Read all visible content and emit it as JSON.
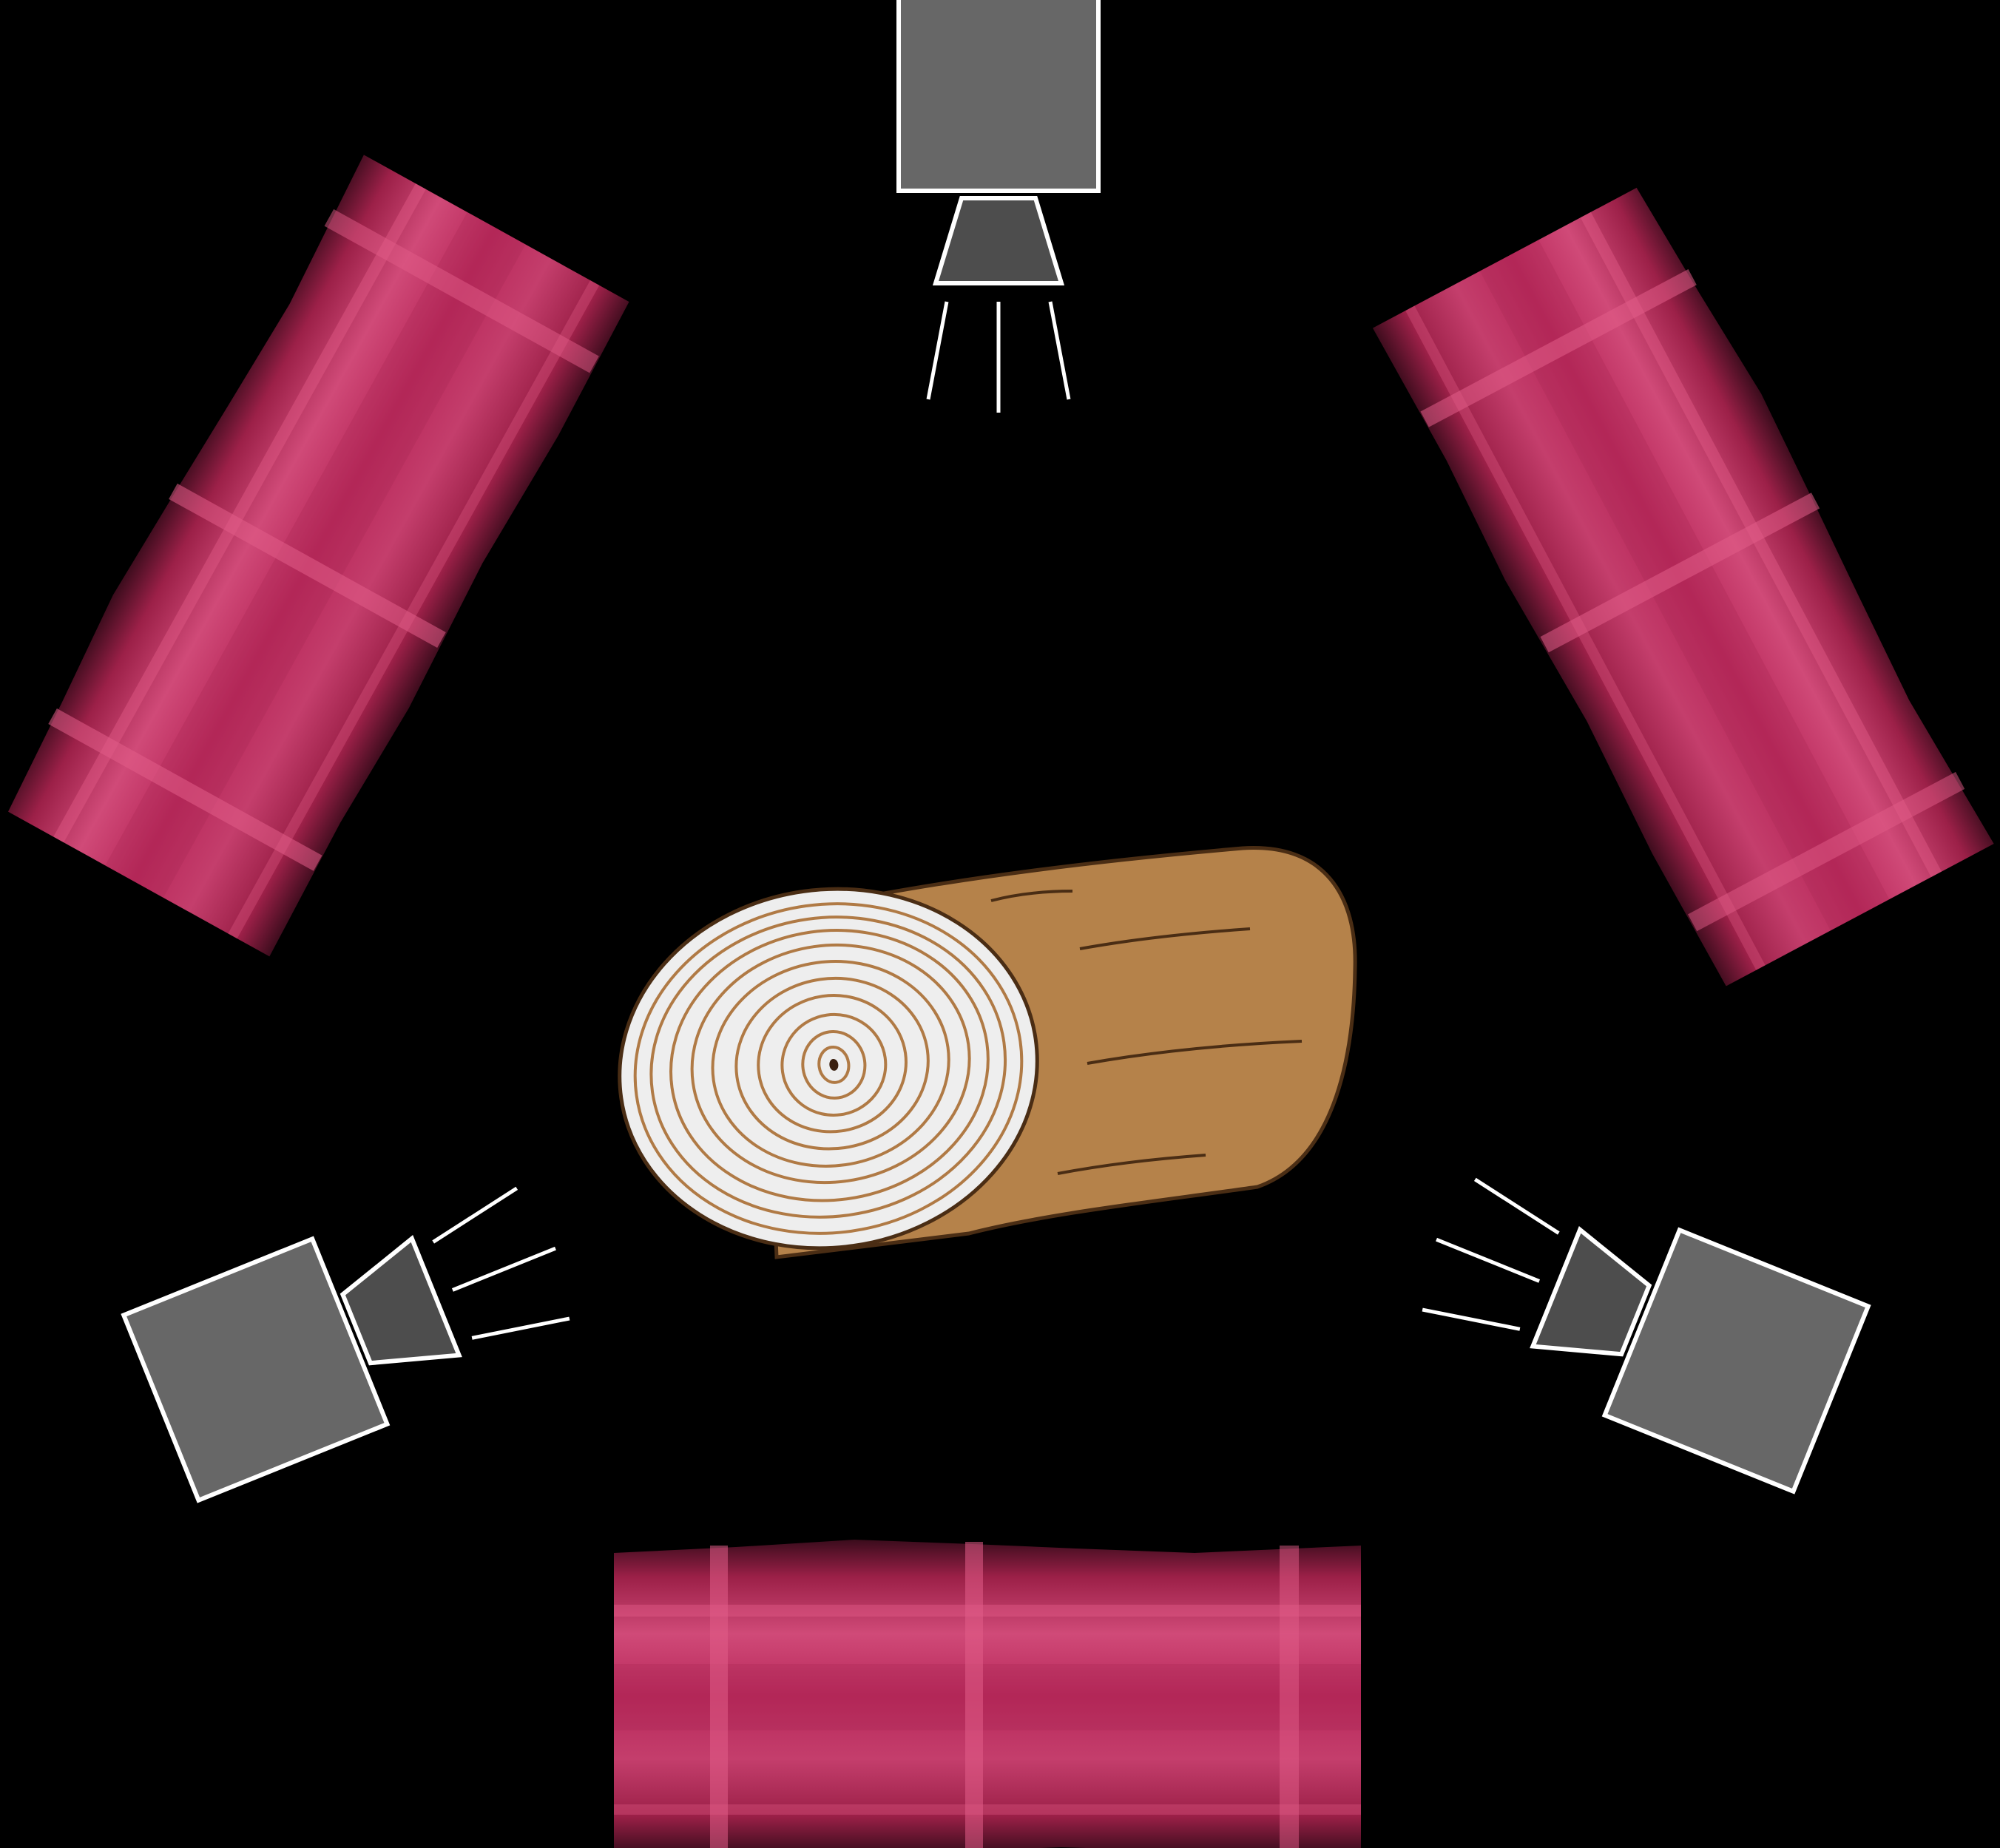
{
  "diagram": {
    "background_color": "#000000",
    "camera_colors": {
      "body": "#676767",
      "lens": "#4d4d4d",
      "outline": "#ffffff",
      "rays": "#ffffff"
    },
    "log_colors": {
      "bark": "#b5824a",
      "outline": "#4a2d14",
      "crosscut": "#eeeeee",
      "rings": "#b07a45"
    },
    "scan_colors": {
      "base": "#b8285a",
      "dark": "#3a0c1c",
      "light": "#e25c88"
    },
    "cameras": [
      {
        "id": "top",
        "icon": "camera-icon"
      },
      {
        "id": "bottom-left",
        "icon": "camera-icon"
      },
      {
        "id": "bottom-right",
        "icon": "camera-icon"
      }
    ],
    "scans": [
      {
        "id": "upper-left",
        "segments": 3
      },
      {
        "id": "upper-right",
        "segments": 3
      },
      {
        "id": "bottom",
        "segments": 3
      }
    ],
    "object": {
      "icon": "wooden-log-icon"
    }
  }
}
